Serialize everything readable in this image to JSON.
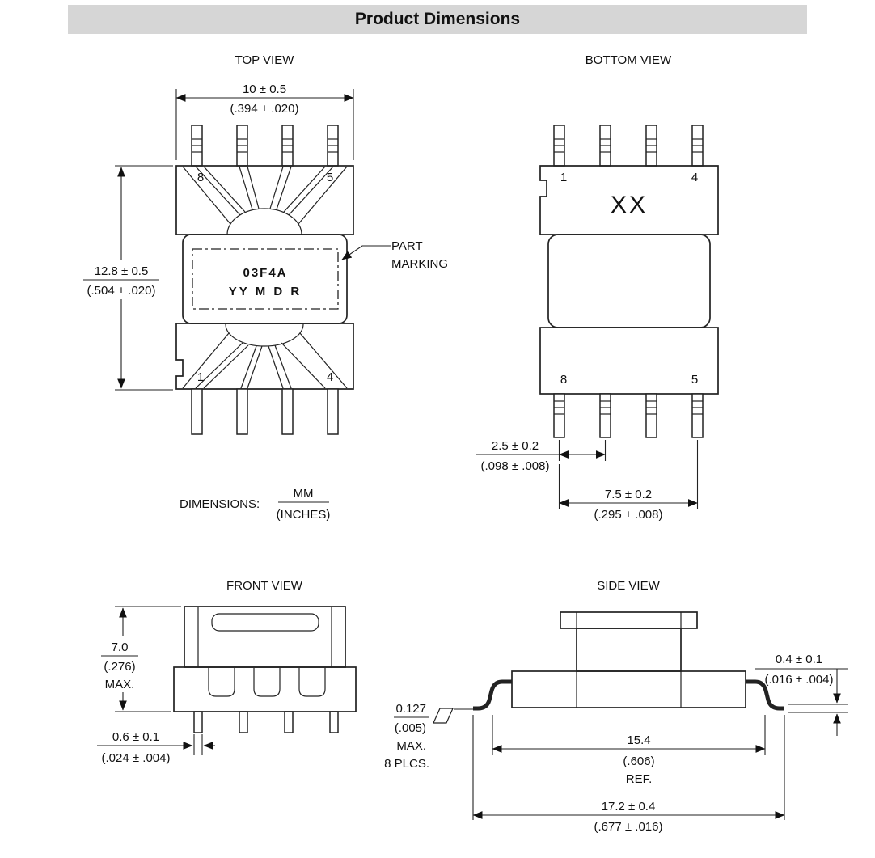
{
  "header": {
    "title": "Product Dimensions"
  },
  "note": {
    "label": "DIMENSIONS:",
    "mm": "MM",
    "inches": "(INCHES)"
  },
  "top_view": {
    "label": "TOP VIEW",
    "width_mm": "10 ± 0.5",
    "width_in": "(.394 ± .020)",
    "height_mm": "12.8 ± 0.5",
    "height_in": "(.504 ± .020)",
    "pin_tl": "8",
    "pin_tr": "5",
    "pin_bl": "1",
    "pin_br": "4",
    "marking_line1": "03F4A",
    "marking_line2": "YY M D R",
    "part_marking_1": "PART",
    "part_marking_2": "MARKING"
  },
  "bottom_view": {
    "label": "BOTTOM VIEW",
    "pin_tl": "1",
    "pin_tr": "4",
    "pin_bl": "8",
    "pin_br": "5",
    "marking": "XX",
    "pitch_mm": "2.5 ± 0.2",
    "pitch_in": "(.098 ± .008)",
    "span_mm": "7.5 ± 0.2",
    "span_in": "(.295 ± .008)"
  },
  "front_view": {
    "label": "FRONT VIEW",
    "height_mm": "7.0",
    "height_in": "(.276)",
    "height_note": "MAX.",
    "lead_mm": "0.6 ± 0.1",
    "lead_in": "(.024 ± .004)"
  },
  "side_view": {
    "label": "SIDE VIEW",
    "copl_mm": "0.127",
    "copl_in": "(.005)",
    "copl_note1": "MAX.",
    "copl_note2": "8 PLCS.",
    "standoff_mm": "0.4 ± 0.1",
    "standoff_in": "(.016 ± .004)",
    "ref_mm": "15.4",
    "ref_in": "(.606)",
    "ref_note": "REF.",
    "overall_mm": "17.2 ± 0.4",
    "overall_in": "(.677 ± .016)"
  }
}
